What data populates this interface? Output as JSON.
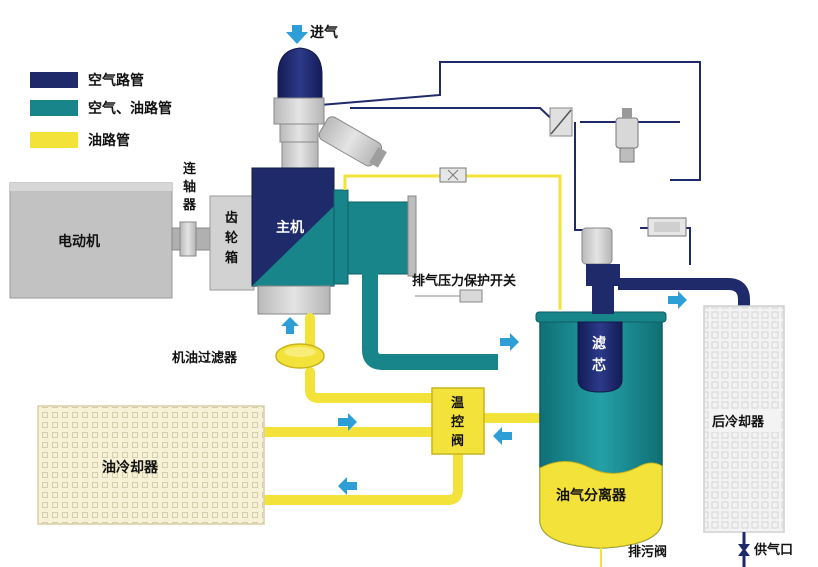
{
  "legend": {
    "items": [
      {
        "label": "空气路管",
        "color": "#1f2a6b"
      },
      {
        "label": "空气、油路管",
        "color": "#17858a"
      },
      {
        "label": "油路管",
        "color": "#f3e23a"
      }
    ]
  },
  "labels": {
    "air_intake": "进气",
    "motor": "电动机",
    "coupling": "连轴器",
    "gearbox": "齿轮箱",
    "main_unit": "主机",
    "exhaust_pressure_switch": "排气压力保护开关",
    "oil_filter": "机油过滤器",
    "thermostatic_valve": "温控阀",
    "oil_cooler": "油冷却器",
    "filter_element": "滤芯",
    "oil_gas_separator": "油气分离器",
    "aftercooler": "后冷却器",
    "drain_valve": "排污阀",
    "air_supply_outlet": "供气口"
  },
  "colors": {
    "air": "#1f2a6b",
    "air_oil": "#17858a",
    "oil": "#f3e23a",
    "flow_arrow": "#2e9fd6",
    "equipment_gray": "#c9c9c9",
    "cooler_fill": "#f7f1d8",
    "aftercooler_fill": "#f3f3f3"
  }
}
